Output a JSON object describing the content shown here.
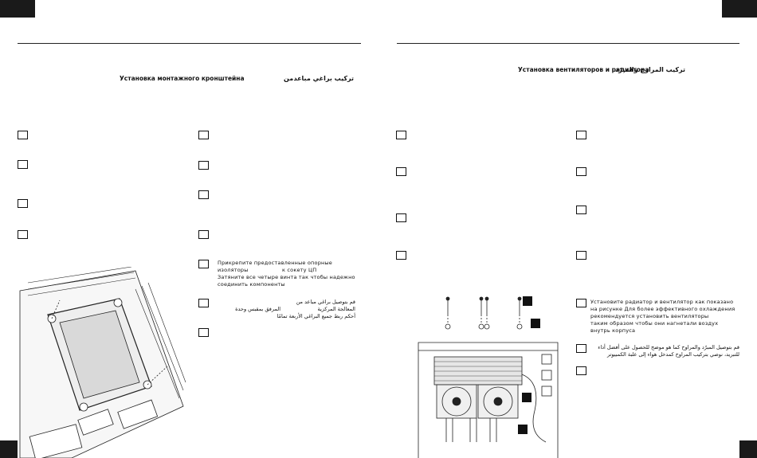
{
  "left_page": {
    "title_ru": "Установка монтажного кронштейна",
    "title_ar_1": "تركيب براغي مباعد",
    "title_ar_2": "من",
    "step_ru": {
      "line1": "Прикрепите предоставленные опорные",
      "line2a": "изоляторы",
      "line2b": "к сокету ЦП",
      "line3": "Затяните все четыре винта так  чтобы надежно",
      "line4": "соединить компоненты"
    },
    "step_ar": {
      "line1a": "قم بتوصيل براغي مباعد",
      "line1b": "من",
      "line1c": "المرفق بمقبس وحدة",
      "line2": "المعالجة المركزية",
      "line3": "أحكم ربط جميع البراغي الأربعة تمامًا"
    }
  },
  "right_page": {
    "title_ru": "Установка вентиляторов и радиатора",
    "title_ar": "تركيب المراوح والمبرّد",
    "step_ru": {
      "line1": "Установите радиатор и вентилятор  как показано",
      "line2": "на рисунке  Для более эффективного охлаждения",
      "line3": "рекомендуется установить вентиляторы",
      "line4": "таким образом  чтобы они нагнетали воздух",
      "line5": "внутрь корпуса"
    },
    "step_ar": {
      "line1": "قم بتوصيل المبرّد والمراوح كما هو موضح  للحصول على أفضل أداء",
      "line2": "للتبريد، نوصي بتركيب المراوح كمدخل هواء إلى علبة الكمبيوتر"
    }
  }
}
